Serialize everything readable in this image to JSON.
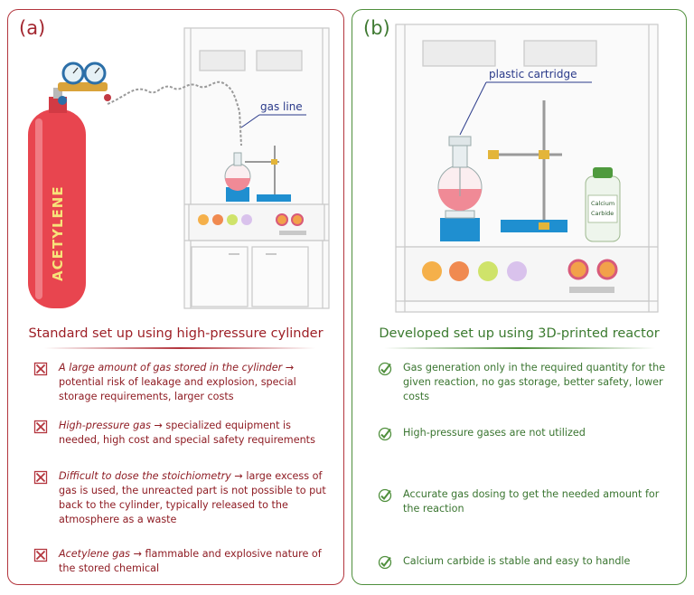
{
  "panel_a": {
    "label": "(a)",
    "cylinder_label": "ACETYLENE",
    "callout_gas_line": "gas line",
    "heading": "Standard set up using high-pressure cylinder",
    "items": [
      {
        "em": "A large amount of gas stored in the cylinder",
        "rest": " → potential risk of leakage and explosion, special storage requirements, larger costs"
      },
      {
        "em": "High-pressure gas",
        "rest": " → specialized equipment is needed, high cost and special safety requirements"
      },
      {
        "em": "Difficult to dose the stoichiometry",
        "rest": " → large excess of gas is used, the unreacted part is not possible to put back to the cylinder, typically released to the atmosphere as a waste"
      },
      {
        "em": "Acetylene gas",
        "rest": " → flammable and explosive nature of the stored chemical"
      }
    ]
  },
  "panel_b": {
    "label": "(b)",
    "callout_cartridge": "plastic cartridge",
    "bottle_line1": "Calcium",
    "bottle_line2": "Carbide",
    "heading": "Developed set up using 3D-printed reactor",
    "items": [
      "Gas generation only in the required quantity for the given reaction, no gas storage, better safety, lower costs",
      "High-pressure gases are not utilized",
      "Accurate gas dosing to get the needed amount for the reaction",
      "Calcium carbide is stable and easy to handle"
    ]
  },
  "colors": {
    "red_accent": "#b3353d",
    "green_accent": "#4f8f3c",
    "cylinder": "#e8454f",
    "flask_liquid": "#f08a96",
    "stand_blue": "#1f8fd0"
  }
}
